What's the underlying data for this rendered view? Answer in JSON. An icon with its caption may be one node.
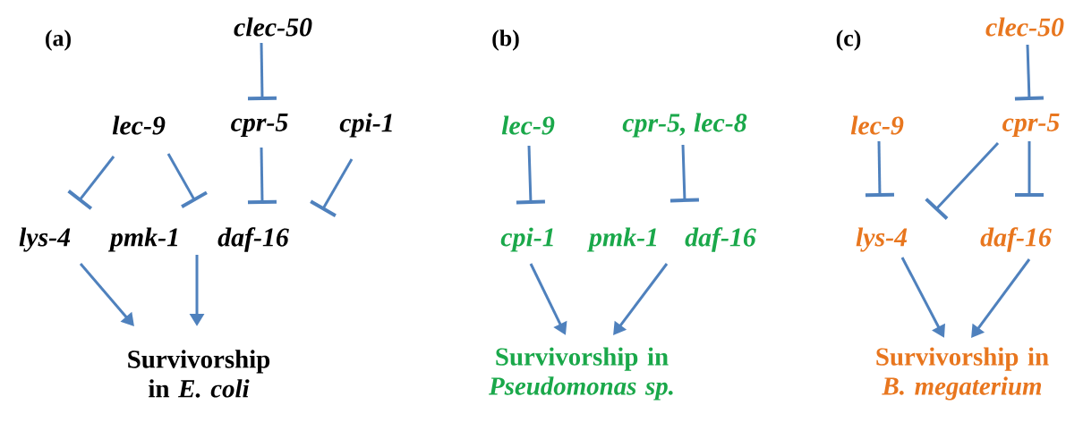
{
  "diagram": {
    "nodes": [
      {
        "text": [
          "clec-50"
        ]
      },
      {
        "text": [
          "lec-9"
        ]
      },
      {
        "text": [
          "cpr-5"
        ]
      },
      {
        "text": [
          "cpi-1"
        ]
      },
      {
        "text": [
          "lys-4"
        ]
      },
      {
        "text": [
          "pmk-1"
        ]
      },
      {
        "text": [
          "daf-16"
        ]
      },
      {
        "text": [
          "Survivorship in *E. coli*"
        ]
      },
      {
        "text": [
          "lec-9"
        ]
      },
      {
        "text": [
          "cpr-5, lec-8"
        ]
      },
      {
        "text": [
          "cpi-1"
        ]
      },
      {
        "text": [
          "pmk-1"
        ]
      },
      {
        "text": [
          "daf-16"
        ]
      },
      {
        "text": [
          "Survivorship in *Pseudomonas sp.*"
        ]
      },
      {
        "text": [
          "clec-50"
        ]
      },
      {
        "text": [
          "lec-9"
        ]
      },
      {
        "text": [
          "cpr-5"
        ]
      },
      {
        "text": [
          "lys-4"
        ]
      },
      {
        "text": [
          "daf-16"
        ]
      },
      {
        "text": [
          "Survivorship in *B. megaterium*"
        ]
      }
    ],
    "edges": [
      {
        "from": 0,
        "to": 2,
        "arrow": "other"
      },
      {
        "from": 1,
        "to": 4,
        "arrow": "other"
      },
      {
        "from": 1,
        "to": 5,
        "arrow": "other"
      },
      {
        "from": 2,
        "to": 6,
        "arrow": "other"
      },
      {
        "from": 3,
        "to": 6,
        "arrow": "other"
      },
      {
        "from": 4,
        "to": 7,
        "arrow": "to"
      },
      {
        "from": 5,
        "to": 7,
        "arrow": "to"
      },
      {
        "from": 8,
        "to": 10,
        "arrow": "other"
      },
      {
        "from": 9,
        "to": 12,
        "arrow": "other"
      },
      {
        "from": 10,
        "to": 13,
        "arrow": "to"
      },
      {
        "from": 11,
        "to": 13,
        "arrow": "to"
      },
      {
        "from": 14,
        "to": 16,
        "arrow": "other"
      },
      {
        "from": 15,
        "to": 17,
        "arrow": "other"
      },
      {
        "from": 16,
        "to": 17,
        "arrow": "other"
      },
      {
        "from": 16,
        "to": 18,
        "arrow": "other"
      },
      {
        "from": 17,
        "to": 19,
        "arrow": "to"
      },
      {
        "from": 18,
        "to": 19,
        "arrow": "to"
      }
    ],
    "labels": [
      "(a)",
      "(b)",
      "(c)"
    ]
  }
}
